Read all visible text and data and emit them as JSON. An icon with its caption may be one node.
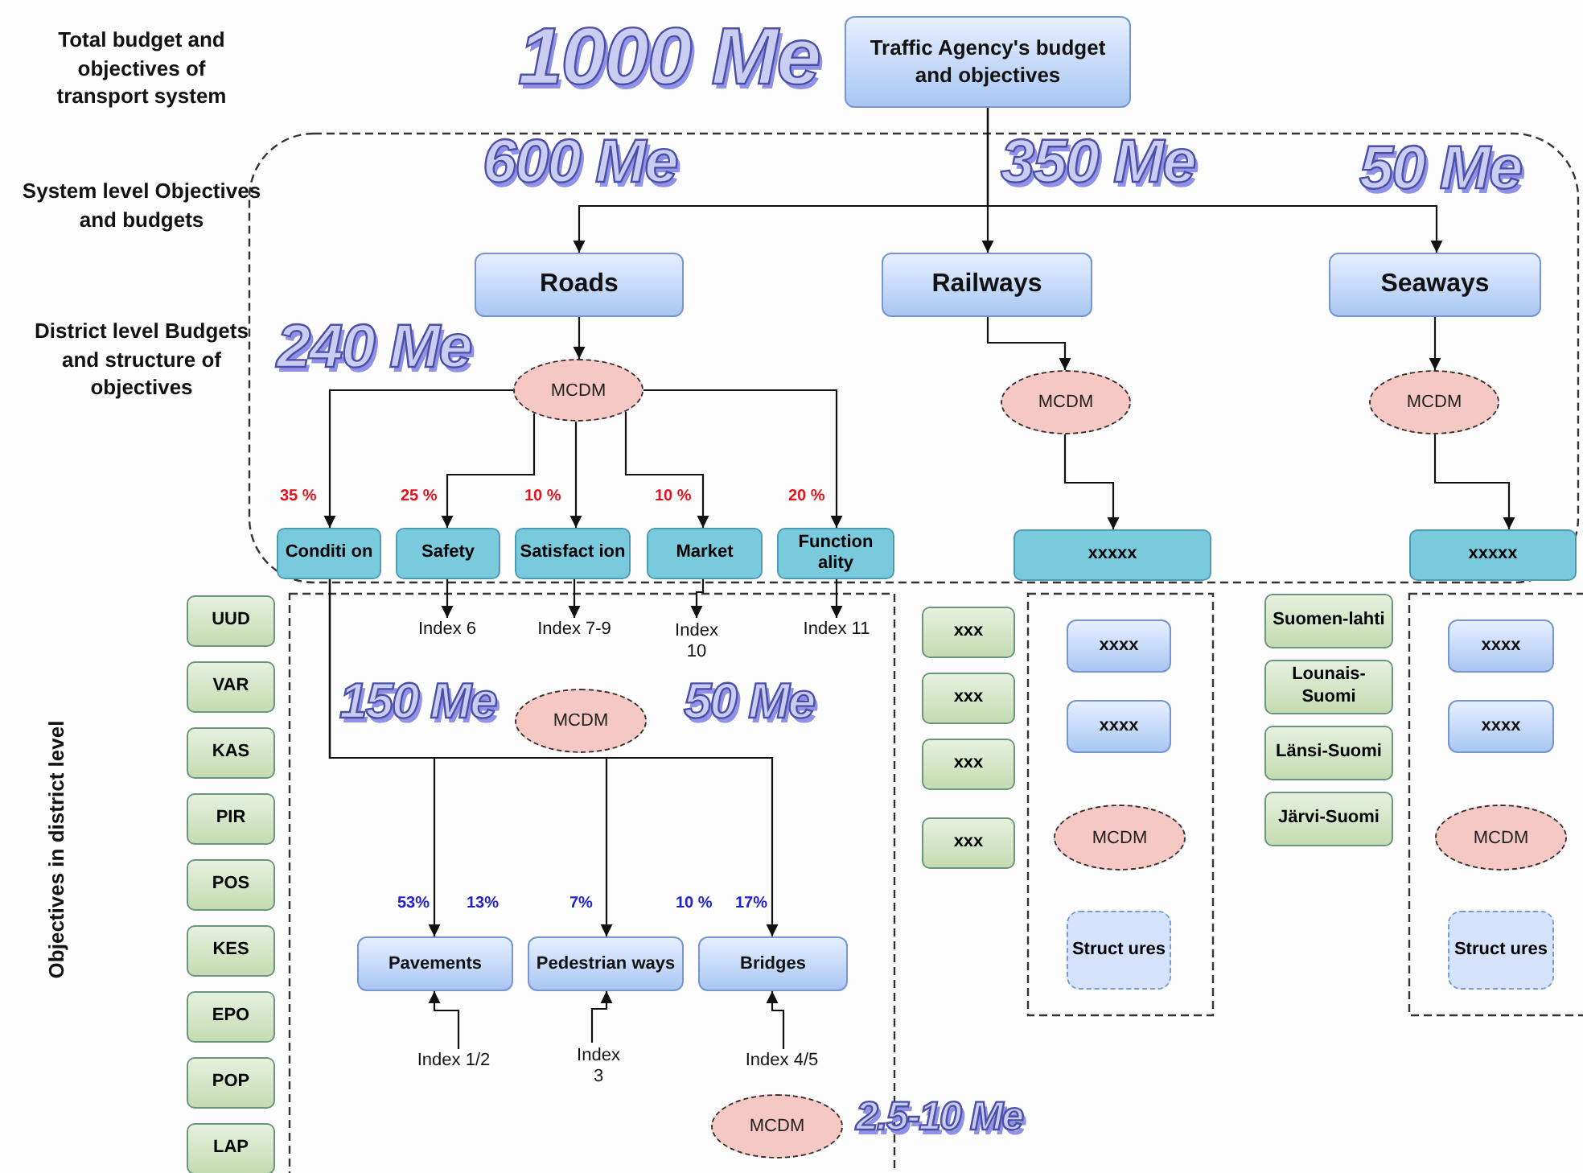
{
  "diagram": {
    "nodes": [
      {
        "text": [
          "Traffic Agency's budget and objectives"
        ]
      },
      {
        "text": [
          "Roads"
        ]
      },
      {
        "text": [
          "Railways"
        ]
      },
      {
        "text": [
          "Seaways"
        ]
      },
      {
        "text": [
          "MCDM"
        ]
      },
      {
        "text": [
          "MCDM"
        ]
      },
      {
        "text": [
          "MCDM"
        ]
      },
      {
        "text": [
          "Conditi on"
        ]
      },
      {
        "text": [
          "Safety"
        ]
      },
      {
        "text": [
          "Satisfact ion"
        ]
      },
      {
        "text": [
          "Market"
        ]
      },
      {
        "text": [
          "Function ality"
        ]
      },
      {
        "text": [
          "xxxxx"
        ]
      },
      {
        "text": [
          "xxxxx"
        ]
      },
      {
        "text": [
          "Index 6"
        ]
      },
      {
        "text": [
          "Index 7-9"
        ]
      },
      {
        "text": [
          "Index 10"
        ]
      },
      {
        "text": [
          "Index 11"
        ]
      },
      {
        "text": [
          "MCDM"
        ]
      },
      {
        "text": [
          "Pavements"
        ]
      },
      {
        "text": [
          "Pedestrian ways"
        ]
      },
      {
        "text": [
          "Bridges"
        ]
      },
      {
        "text": [
          "Index 1/2"
        ]
      },
      {
        "text": [
          "Index 3"
        ]
      },
      {
        "text": [
          "Index 4/5"
        ]
      },
      {
        "text": [
          "MCDM"
        ]
      },
      {
        "text": [
          "UUD"
        ]
      },
      {
        "text": [
          "VAR"
        ]
      },
      {
        "text": [
          "KAS"
        ]
      },
      {
        "text": [
          "PIR"
        ]
      },
      {
        "text": [
          "POS"
        ]
      },
      {
        "text": [
          "KES"
        ]
      },
      {
        "text": [
          "EPO"
        ]
      },
      {
        "text": [
          "POP"
        ]
      },
      {
        "text": [
          "LAP"
        ]
      },
      {
        "text": [
          "xxx"
        ]
      },
      {
        "text": [
          "xxx"
        ]
      },
      {
        "text": [
          "xxx"
        ]
      },
      {
        "text": [
          "xxx"
        ]
      },
      {
        "text": [
          "xxxx"
        ]
      },
      {
        "text": [
          "xxxx"
        ]
      },
      {
        "text": [
          "MCDM"
        ]
      },
      {
        "text": [
          "Struct ures"
        ]
      },
      {
        "text": [
          "Suomen-lahti"
        ]
      },
      {
        "text": [
          "Lounais-Suomi"
        ]
      },
      {
        "text": [
          "Länsi-Suomi"
        ]
      },
      {
        "text": [
          "Järvi-Suomi"
        ]
      },
      {
        "text": [
          "xxxx"
        ]
      },
      {
        "text": [
          "xxxx"
        ]
      },
      {
        "text": [
          "MCDM"
        ]
      },
      {
        "text": [
          "Struct ures"
        ]
      }
    ],
    "edges": [
      {
        "from": 0,
        "to": 1,
        "arrow": "to"
      },
      {
        "from": 0,
        "to": 2,
        "arrow": "to"
      },
      {
        "from": 0,
        "to": 3,
        "arrow": "to"
      },
      {
        "from": 1,
        "to": 4,
        "arrow": "to"
      },
      {
        "from": 2,
        "to": 5,
        "arrow": "to"
      },
      {
        "from": 3,
        "to": 6,
        "arrow": "to"
      },
      {
        "from": 4,
        "to": 7,
        "arrow": "to"
      },
      {
        "from": 4,
        "to": 8,
        "arrow": "to"
      },
      {
        "from": 4,
        "to": 9,
        "arrow": "to"
      },
      {
        "from": 4,
        "to": 10,
        "arrow": "to"
      },
      {
        "from": 4,
        "to": 11,
        "arrow": "to"
      },
      {
        "from": 5,
        "to": 12,
        "arrow": "to"
      },
      {
        "from": 6,
        "to": 13,
        "arrow": "to"
      },
      {
        "from": 8,
        "to": 14,
        "arrow": "to"
      },
      {
        "from": 9,
        "to": 15,
        "arrow": "to"
      },
      {
        "from": 10,
        "to": 16,
        "arrow": "to"
      },
      {
        "from": 11,
        "to": 17,
        "arrow": "to"
      },
      {
        "from": 7,
        "to": 19,
        "arrow": "to"
      },
      {
        "from": 7,
        "to": 20,
        "arrow": "to"
      },
      {
        "from": 7,
        "to": 21,
        "arrow": "to"
      },
      {
        "from": 22,
        "to": 19,
        "arrow": "to"
      },
      {
        "from": 23,
        "to": 20,
        "arrow": "to"
      },
      {
        "from": 24,
        "to": 21,
        "arrow": "to"
      }
    ],
    "labels": [
      "Total budget and objectives of transport system",
      "1000 Me",
      "System level Objectives and budgets",
      "600 Me",
      "350 Me",
      "50 Me",
      "District level Budgets and structure of objectives",
      "240 Me",
      "35 %",
      "25 %",
      "10 %",
      "10 %",
      "20 %",
      "Objectives in district level",
      "150 Me",
      "50 Me",
      "53%",
      "13%",
      "7%",
      "10 %",
      "17%",
      "2.5-10 Me"
    ]
  }
}
